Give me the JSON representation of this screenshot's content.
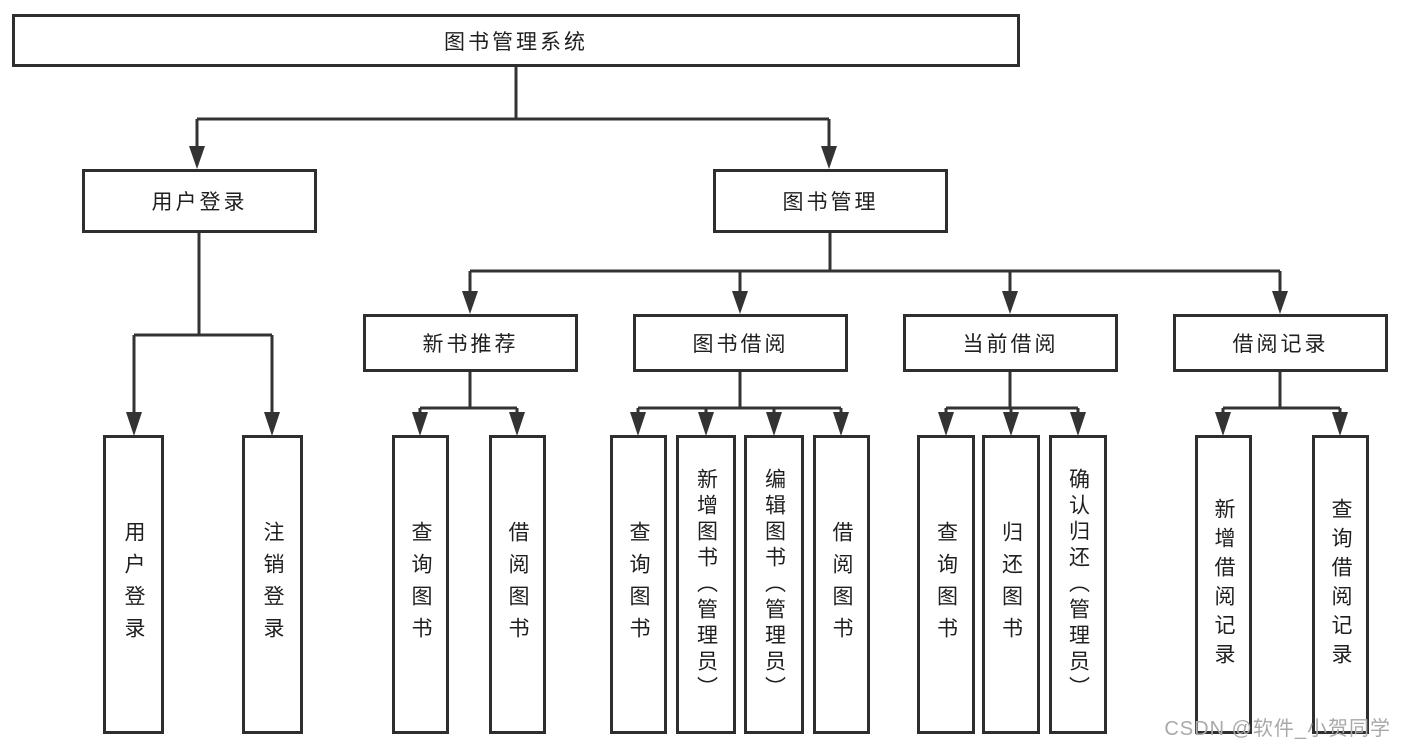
{
  "diagram": {
    "title": "图书管理系统",
    "colors": {
      "line": "#333333",
      "border": "#2e2e2e",
      "text": "#1f1f1f",
      "watermark": "#a9a9a9",
      "background": "#ffffff"
    },
    "root": {
      "label": "图书管理系统"
    },
    "level2": [
      {
        "id": "user-login",
        "label": "用户登录"
      },
      {
        "id": "book-management",
        "label": "图书管理"
      }
    ],
    "level3": [
      {
        "id": "new-book-recommend",
        "label": "新书推荐"
      },
      {
        "id": "book-borrow",
        "label": "图书借阅"
      },
      {
        "id": "current-borrow",
        "label": "当前借阅"
      },
      {
        "id": "borrow-records",
        "label": "借阅记录"
      }
    ],
    "leaves": {
      "user_login": [
        {
          "label": "用户登录"
        },
        {
          "label": "注销登录"
        }
      ],
      "new_book_recommend": [
        {
          "label": "查询图书"
        },
        {
          "label": "借阅图书"
        }
      ],
      "book_borrow": [
        {
          "label": "查询图书"
        },
        {
          "label": "新增图书（管理员）"
        },
        {
          "label": "编辑图书（管理员）"
        },
        {
          "label": "借阅图书"
        }
      ],
      "current_borrow": [
        {
          "label": "查询图书"
        },
        {
          "label": "归还图书"
        },
        {
          "label": "确认归还（管理员）"
        }
      ],
      "borrow_records": [
        {
          "label": "新增借阅记录"
        },
        {
          "label": "查询借阅记录"
        }
      ]
    },
    "watermark": "CSDN @软件_小贺同学"
  }
}
